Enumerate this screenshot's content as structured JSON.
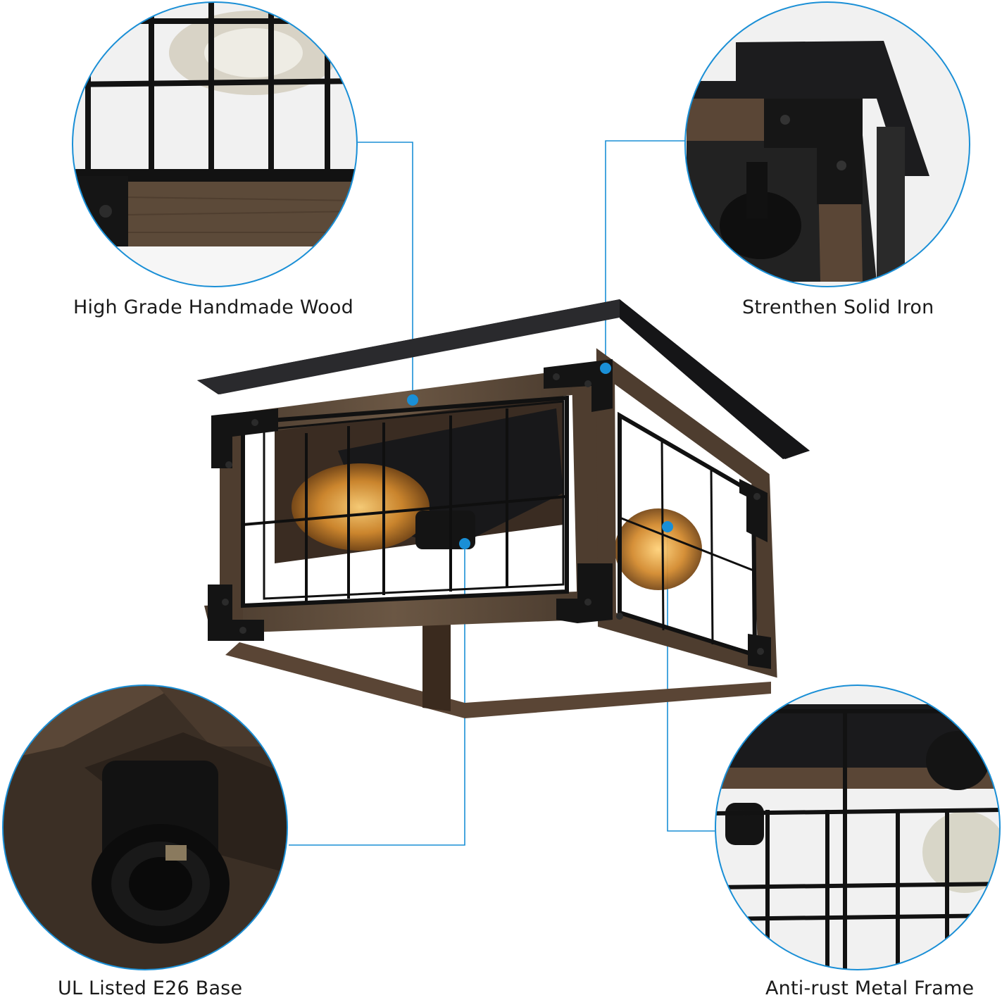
{
  "features": {
    "wood": {
      "label": "High Grade Handmade Wood"
    },
    "iron": {
      "label": "Strenthen Solid Iron"
    },
    "base": {
      "label": "UL Listed E26 Base"
    },
    "frame": {
      "label": "Anti-rust Metal Frame"
    }
  },
  "colors": {
    "callout_line": "#1a8fd6",
    "callout_dot": "#1a8fd6",
    "circle_border": "#1a8fd6",
    "iron": "#1c1c1e",
    "wood": "#5b4a3a",
    "wood_dark": "#3d3128",
    "bulb_glow": "#e8a23c"
  }
}
